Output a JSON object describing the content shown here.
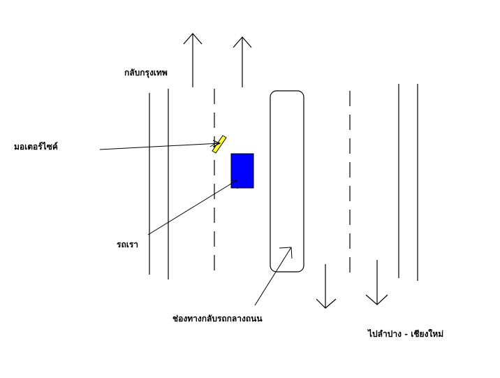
{
  "labels": {
    "to_bangkok": "กลับกรุงเทพ",
    "motorcycle": "มอเตอร์ไซค์",
    "car": "รถเรา",
    "median_gap": "ช่องทางกลับรถกลางถนน",
    "to_lampang_chiangmai": "ไปลำปาง - เชียงใหม่"
  },
  "colors": {
    "car_fill": "#0000ff",
    "motorcycle_fill": "#ffff33",
    "line": "#000000"
  }
}
